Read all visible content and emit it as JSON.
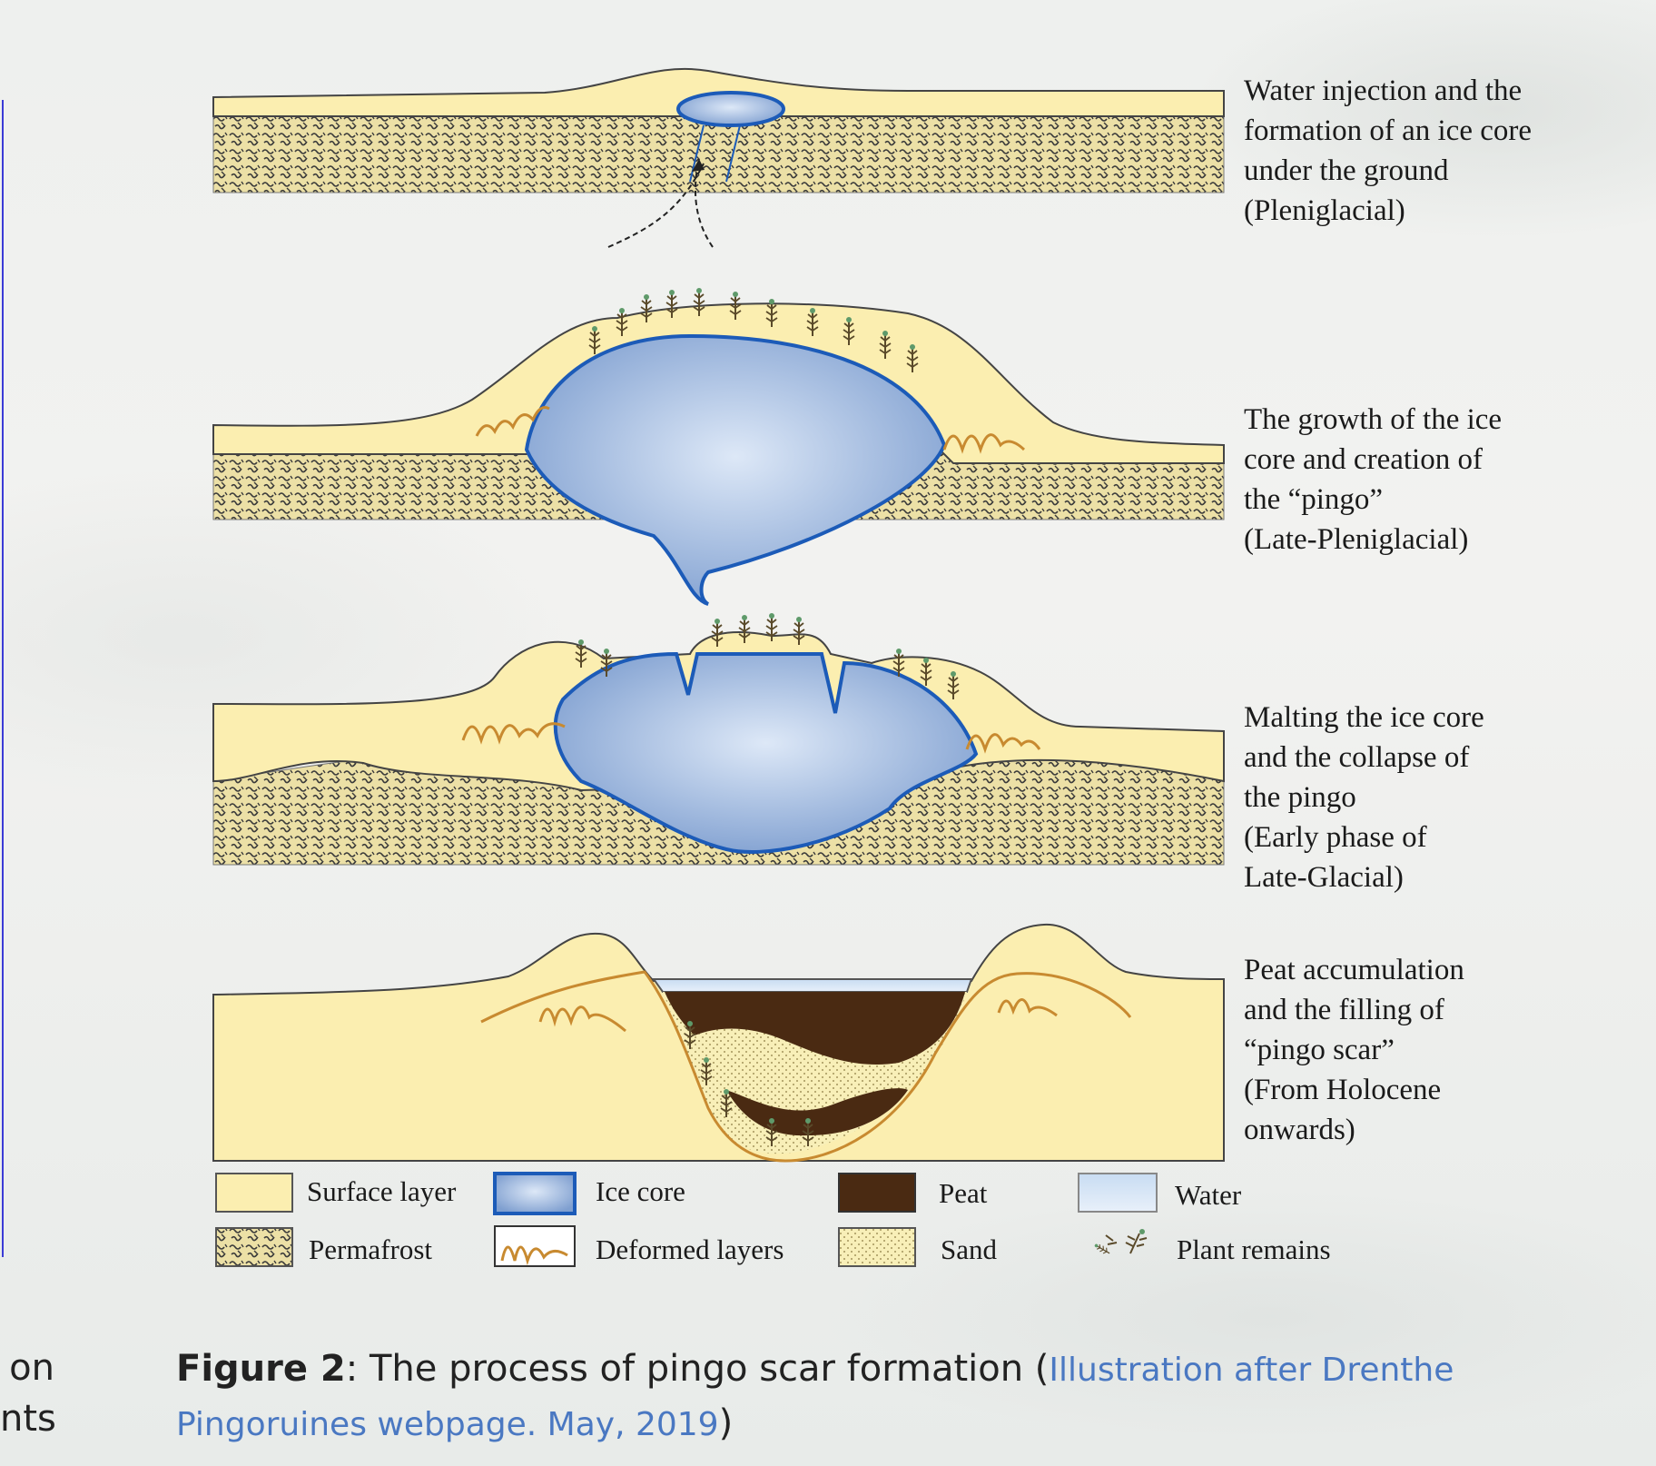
{
  "stages": [
    {
      "lines": [
        "Water injection and the",
        "formation of an ice core",
        "under the ground",
        "(Pleniglacial)"
      ]
    },
    {
      "lines": [
        "The growth of the ice",
        "core and creation of",
        "the “pingo”",
        "(Late-Pleniglacial)"
      ]
    },
    {
      "lines": [
        "Malting the ice core",
        "and the collapse of",
        "the pingo",
        "(Early phase of",
        "Late-Glacial)"
      ]
    },
    {
      "lines": [
        "Peat accumulation",
        "and the filling of",
        "“pingo scar”",
        "(From Holocene",
        "onwards)"
      ]
    }
  ],
  "legend": {
    "surface_layer": "Surface layer",
    "ice_core": "Ice core",
    "peat": "Peat",
    "water": "Water",
    "permafrost": "Permafrost",
    "deformed_layers": "Deformed layers",
    "sand": "Sand",
    "plant_remains": "Plant remains"
  },
  "caption": {
    "label": "Figure 2",
    "text": ": The process of pingo scar formation (",
    "link": "Illustration after Drenthe Pingoruines webpage. May, 2019",
    "close": ")"
  },
  "left_cut": {
    "line1": "on",
    "line2": "nts"
  },
  "colors": {
    "surface": "#fbeeb0",
    "ice": "#8fb0dc",
    "ice_outline": "#1c5bb8",
    "peat": "#4a2a12",
    "water": "#d6e6f6",
    "deformed": "#c88a30",
    "link": "#4a78c2"
  }
}
